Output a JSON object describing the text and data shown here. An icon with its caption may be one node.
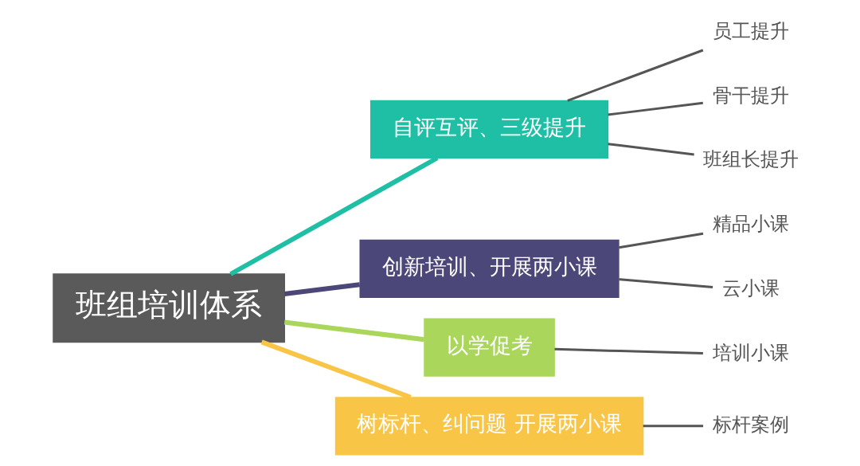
{
  "diagram": {
    "nodes": [
      {
        "text": [
          "班组培训体系"
        ]
      },
      {
        "text": [
          "自评互评、三级提升"
        ]
      },
      {
        "text": [
          "员工提升"
        ]
      },
      {
        "text": [
          "骨干提升"
        ]
      },
      {
        "text": [
          "班组长提升"
        ]
      },
      {
        "text": [
          "创新培训、开展两小课"
        ]
      },
      {
        "text": [
          "精品小课"
        ]
      },
      {
        "text": [
          "云小课"
        ]
      },
      {
        "text": [
          "以学促考"
        ]
      },
      {
        "text": [
          "培训小课"
        ]
      },
      {
        "text": [
          "树标杆、纠问题 开展两小课"
        ]
      },
      {
        "text": [
          "标杆案例"
        ]
      }
    ],
    "edges": [
      {
        "from": 0,
        "to": 1,
        "arrow": "none",
        "style": "thick",
        "color": "#1fbfa6"
      },
      {
        "from": 1,
        "to": 2,
        "arrow": "none"
      },
      {
        "from": 1,
        "to": 3,
        "arrow": "none"
      },
      {
        "from": 1,
        "to": 4,
        "arrow": "none"
      },
      {
        "from": 0,
        "to": 5,
        "arrow": "none",
        "style": "thick",
        "color": "#4b4778"
      },
      {
        "from": 5,
        "to": 6,
        "arrow": "none"
      },
      {
        "from": 5,
        "to": 7,
        "arrow": "none"
      },
      {
        "from": 0,
        "to": 8,
        "arrow": "none",
        "style": "thick",
        "color": "#a9d65b"
      },
      {
        "from": 8,
        "to": 9,
        "arrow": "none"
      },
      {
        "from": 0,
        "to": 10,
        "arrow": "none",
        "style": "thick",
        "color": "#f9c546"
      },
      {
        "from": 10,
        "to": 11,
        "arrow": "none"
      }
    ]
  }
}
